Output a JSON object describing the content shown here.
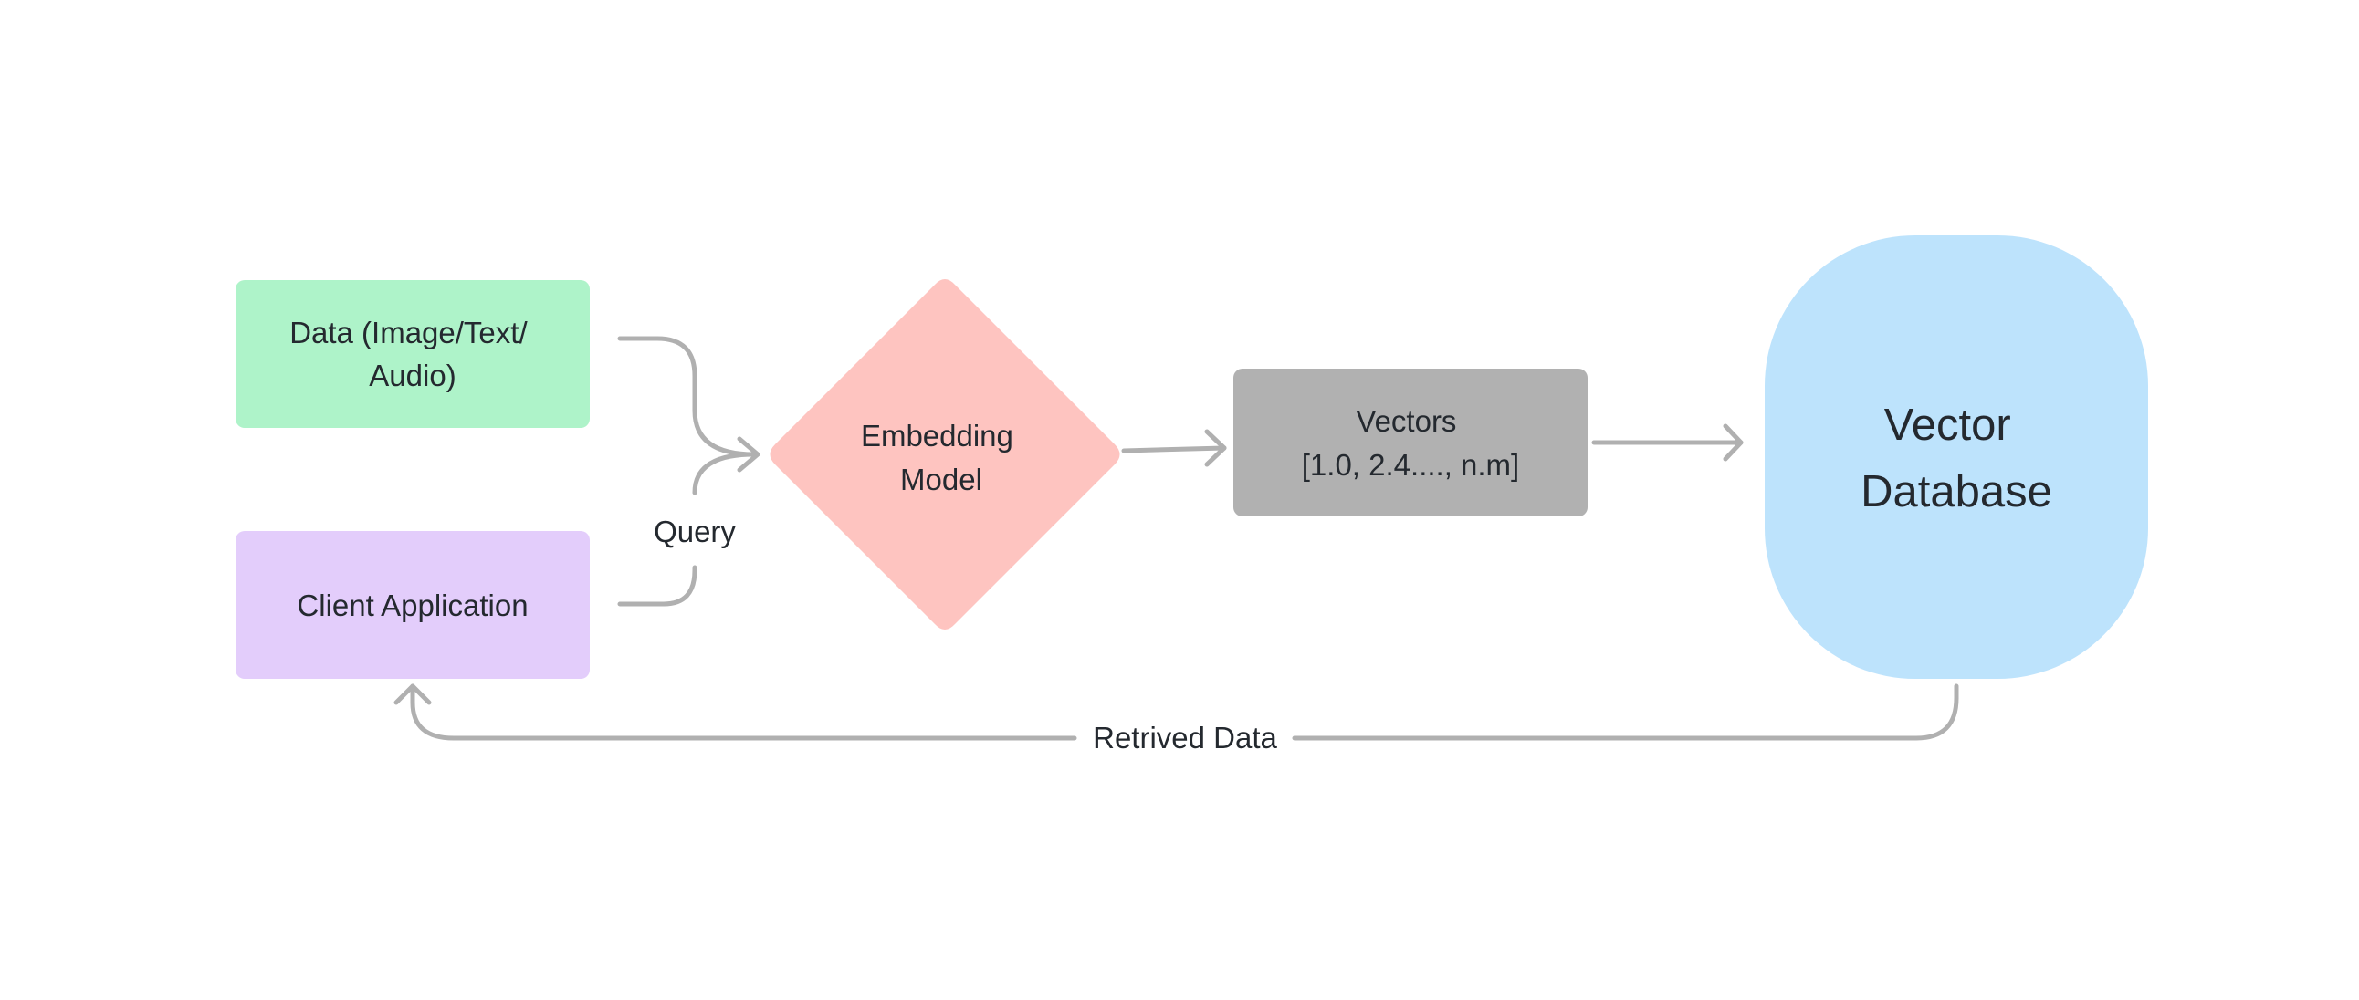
{
  "nodes": {
    "data_source": {
      "lines": [
        "Data (Image/Text/",
        "Audio)"
      ],
      "color": "#aef3c9"
    },
    "client_app": {
      "lines": [
        "Client Application"
      ],
      "color": "#e3cdfb"
    },
    "embedding_model": {
      "lines": [
        "Embedding",
        "Model"
      ],
      "color": "#fec4c0"
    },
    "vectors": {
      "lines": [
        "Vectors",
        "[1.0, 2.4...., n.m]"
      ],
      "color": "#b1b1b1"
    },
    "vector_db": {
      "lines": [
        "Vector",
        "Database"
      ],
      "color": "#bde3fc"
    }
  },
  "edges": {
    "query_label": "Query",
    "retrieved_label": "Retrived Data",
    "color": "#b0b0b0"
  }
}
